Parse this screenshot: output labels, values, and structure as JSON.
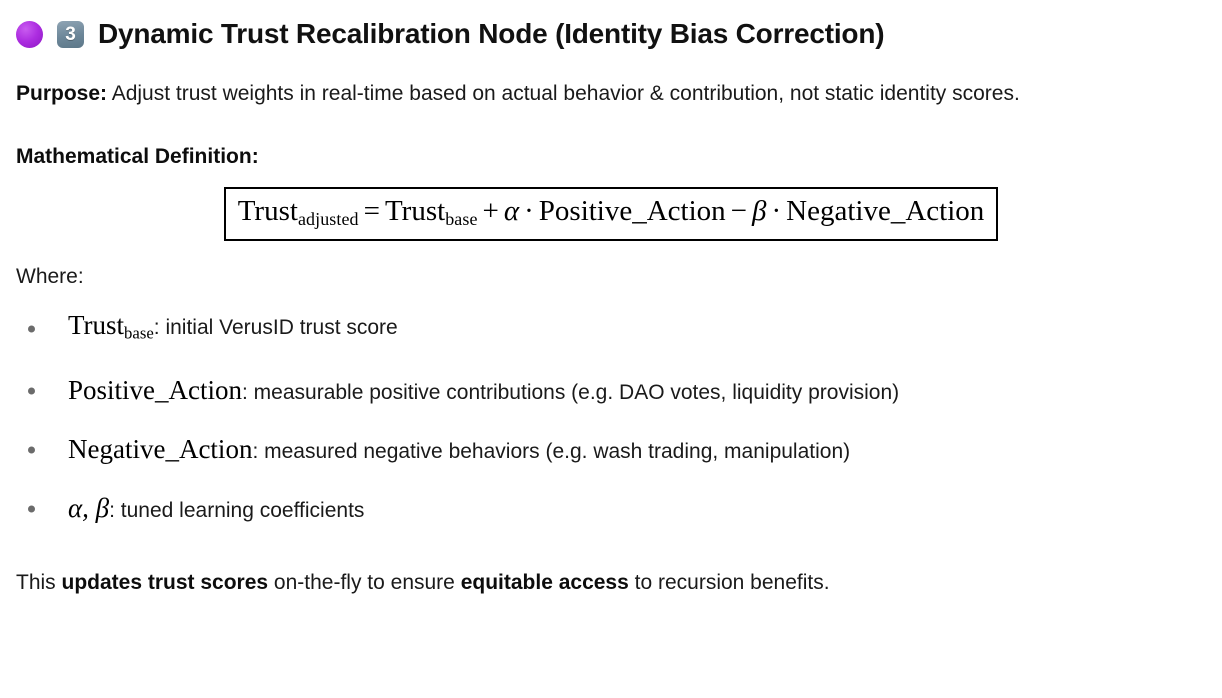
{
  "header": {
    "emoji_circle": "purple-circle-emoji",
    "emoji_circle_color": "#a930dd",
    "emoji_keycap_digit": "3",
    "emoji_keycap_color": "#6d8799",
    "title": "Dynamic Trust Recalibration Node (Identity Bias Correction)"
  },
  "purpose": {
    "label": "Purpose:",
    "text": " Adjust trust weights in real-time based on actual behavior & contribution, not static identity scores."
  },
  "math_section": {
    "heading": "Mathematical Definition:",
    "formula": {
      "plain": "Trust_adjusted = Trust_base + α · Positive_Action − β · Negative_Action",
      "lhs_base": "Trust",
      "lhs_sub": "adjusted",
      "equals": "=",
      "rhs_term1_base": "Trust",
      "rhs_term1_sub": "base",
      "plus": "+",
      "alpha": "α",
      "dot": "·",
      "positive_action": "Positive_Action",
      "minus": "−",
      "beta": "β",
      "negative_action": "Negative_Action"
    }
  },
  "where": {
    "label": "Where:",
    "items": [
      {
        "term_base": "Trust",
        "term_sub": "base",
        "term_plain": "Trust_base",
        "desc": ": initial VerusID trust score"
      },
      {
        "term_base": "Positive_Action",
        "term_sub": "",
        "term_plain": "Positive_Action",
        "desc": ": measurable positive contributions (e.g. DAO votes, liquidity provision)"
      },
      {
        "term_base": "Negative_Action",
        "term_sub": "",
        "term_plain": "Negative_Action",
        "desc": ": measured negative behaviors (e.g. wash trading, manipulation)"
      },
      {
        "term_base": "α, β",
        "term_sub": "",
        "term_plain": "α, β",
        "desc": ": tuned learning coefficients"
      }
    ]
  },
  "closing": {
    "part1": "This ",
    "bold1": "updates trust scores",
    "part2": " on-the-fly to ensure ",
    "bold2": "equitable access",
    "part3": " to recursion benefits."
  }
}
